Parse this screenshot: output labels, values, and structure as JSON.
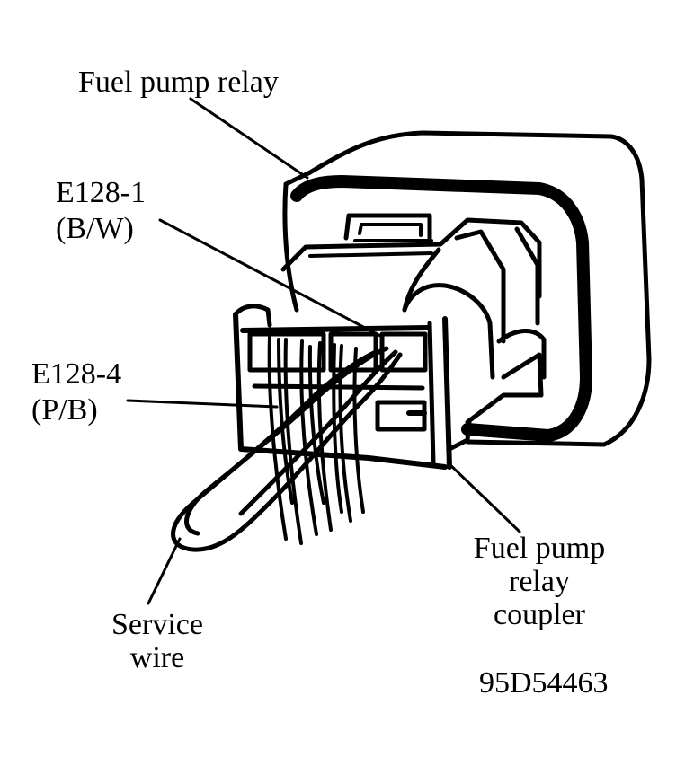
{
  "labels": {
    "fuel_pump_relay": "Fuel pump relay",
    "e128_1": "E128-1",
    "e128_1_color": "(B/W)",
    "e128_4": "E128-4",
    "e128_4_color": "(P/B)",
    "coupler_line1": "Fuel pump",
    "coupler_line2": "relay",
    "coupler_line3": "coupler",
    "service_line1": "Service",
    "service_line2": "wire",
    "figure_id": "95D54463"
  },
  "colors": {
    "ink": "#000000",
    "paper": "#ffffff"
  }
}
